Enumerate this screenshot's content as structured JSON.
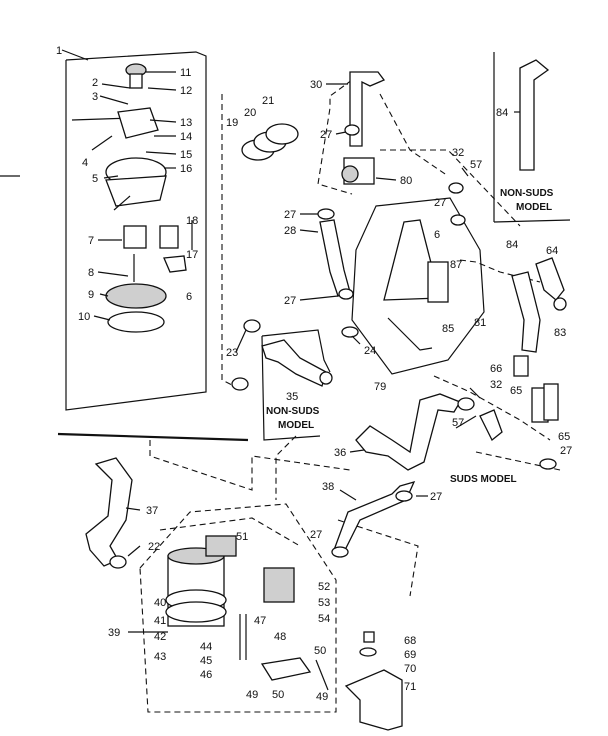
{
  "labels": {
    "c1": "1",
    "c2": "2",
    "c3": "3",
    "c4": "4",
    "c5": "5",
    "c6": "6",
    "c6b": "6",
    "c7": "7",
    "c8": "8",
    "c9": "9",
    "c10": "10",
    "c11": "11",
    "c12": "12",
    "c13": "13",
    "c14": "14",
    "c15": "15",
    "c16": "16",
    "c17": "17",
    "c18": "18",
    "c19": "19",
    "c20": "20",
    "c21": "21",
    "c22": "22",
    "c23": "23",
    "c24": "24",
    "c27a": "27",
    "c27b": "27",
    "c27c": "27",
    "c27d": "27",
    "c27e": "27",
    "c27f": "27",
    "c27g": "27",
    "c28": "28",
    "c30": "30",
    "c32a": "32",
    "c32b": "32",
    "c35": "35",
    "c36": "36",
    "c37": "37",
    "c38": "38",
    "c39": "39",
    "c40": "40",
    "c41": "41",
    "c42": "42",
    "c43": "43",
    "c44": "44",
    "c45": "45",
    "c46": "46",
    "c47": "47",
    "c48": "48",
    "c49a": "49",
    "c49b": "49",
    "c50a": "50",
    "c50b": "50",
    "c51": "51",
    "c52": "52",
    "c53": "53",
    "c54": "54",
    "c57a": "57",
    "c57b": "57",
    "c64": "64",
    "c65a": "65",
    "c65b": "65",
    "c66": "66",
    "c68": "68",
    "c69": "69",
    "c70": "70",
    "c71": "71",
    "c79": "79",
    "c80": "80",
    "c81": "81",
    "c83": "83",
    "c84a": "84",
    "c84b": "84",
    "c85": "85",
    "c87": "87"
  },
  "notes": {
    "non_suds_top_line1": "NON-SUDS",
    "non_suds_top_line2": "MODEL",
    "non_suds_mid_line1": "NON-SUDS",
    "non_suds_mid_line2": "MODEL",
    "suds_model": "SUDS MODEL"
  }
}
